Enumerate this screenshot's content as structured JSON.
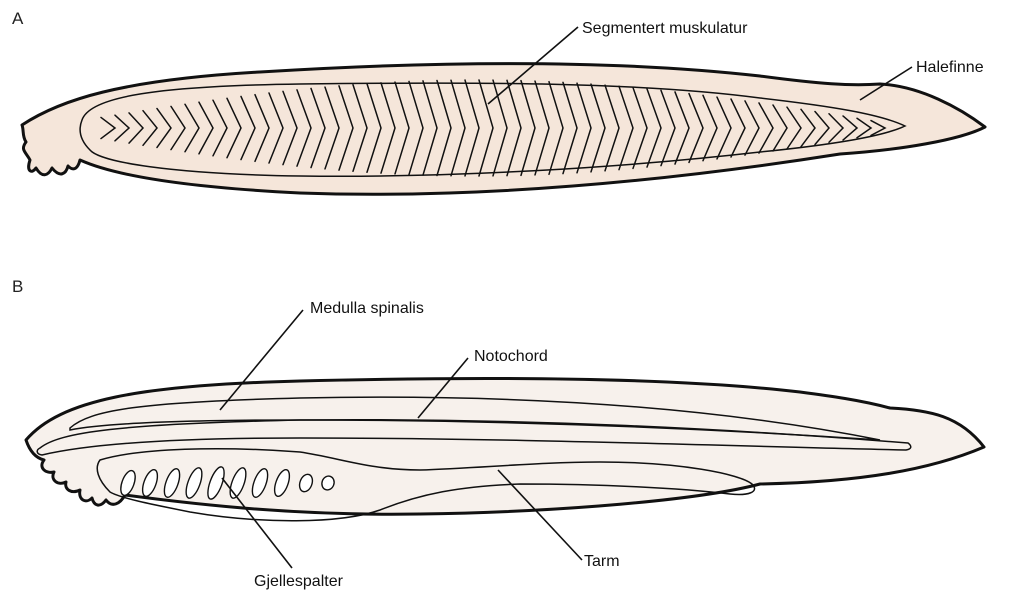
{
  "panels": {
    "a": {
      "letter": "A",
      "labels": {
        "muscle": "Segmentert muskulatur",
        "tail_fin": "Halefinne"
      }
    },
    "b": {
      "letter": "B",
      "labels": {
        "spinal_cord": "Medulla spinalis",
        "notochord": "Notochord",
        "gut": "Tarm",
        "gill_slits": "Gjellespalter"
      }
    }
  },
  "colors": {
    "body": "#F5E6DA",
    "muscle": "#D9AE86",
    "spinal_cord": "#A8D8F0",
    "notochord": "#F2DC7A",
    "pharynx_gut": "#F2D2BE",
    "body_b": "#F7F1EC",
    "outline": "#111111"
  }
}
